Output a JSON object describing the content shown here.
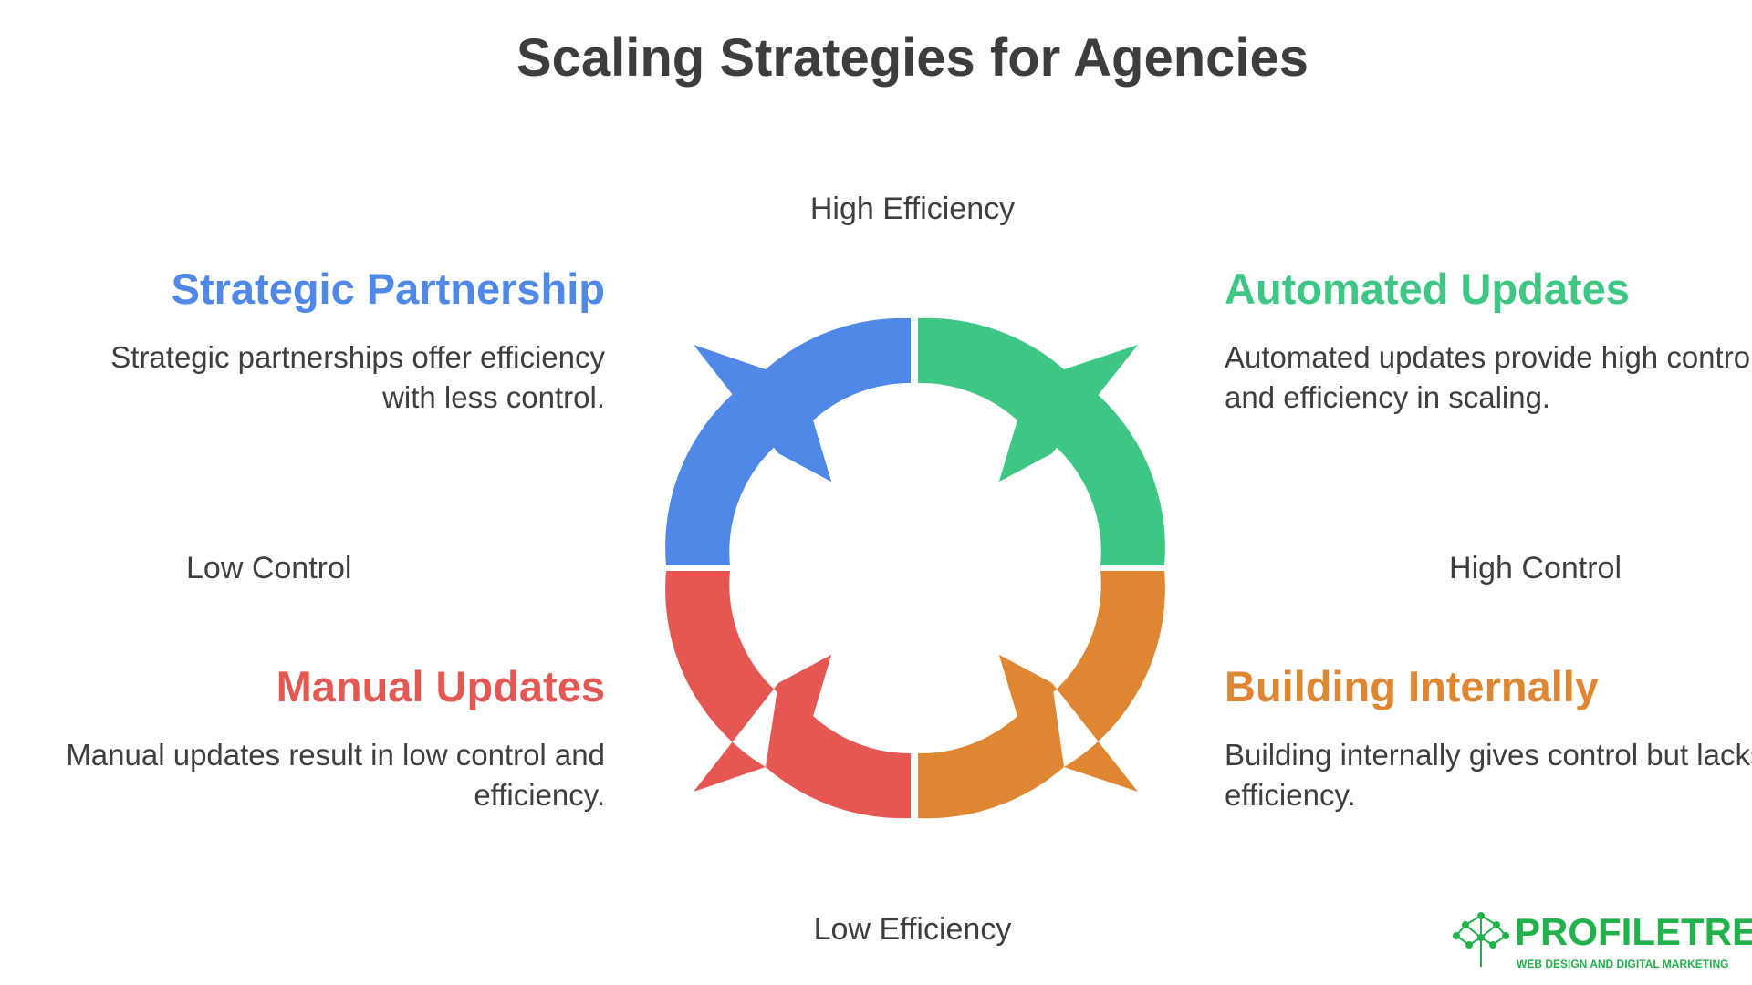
{
  "title": "Scaling Strategies for Agencies",
  "axes": {
    "top": "High Efficiency",
    "bottom": "Low Efficiency",
    "left": "Low Control",
    "right": "High Control"
  },
  "quadrants": {
    "strategic": {
      "title": "Strategic Partnership",
      "description": "Strategic partnerships offer efficiency with less control.",
      "color": "#4f88e6"
    },
    "automated": {
      "title": "Automated Updates",
      "description": "Automated updates provide high control and efficiency in scaling.",
      "color": "#3ec685"
    },
    "manual": {
      "title": "Manual Updates",
      "description": "Manual updates result in low control and efficiency.",
      "color": "#e55752"
    },
    "building": {
      "title": "Building Internally",
      "description": "Building internally gives control but lacks efficiency.",
      "color": "#df8632"
    }
  },
  "logo": {
    "name": "PROFILETREE",
    "tagline": "WEB DESIGN AND DIGITAL MARKETING",
    "icon": "tree-network-icon",
    "color": "#22b24c"
  }
}
